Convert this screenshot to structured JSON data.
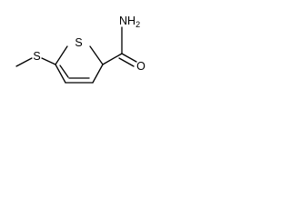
{
  "molecule": {
    "atoms": {
      "sulfur": "S",
      "oxygen": "O",
      "amide_n": "N",
      "amide_h": "H",
      "amide_h_count": "2"
    }
  }
}
